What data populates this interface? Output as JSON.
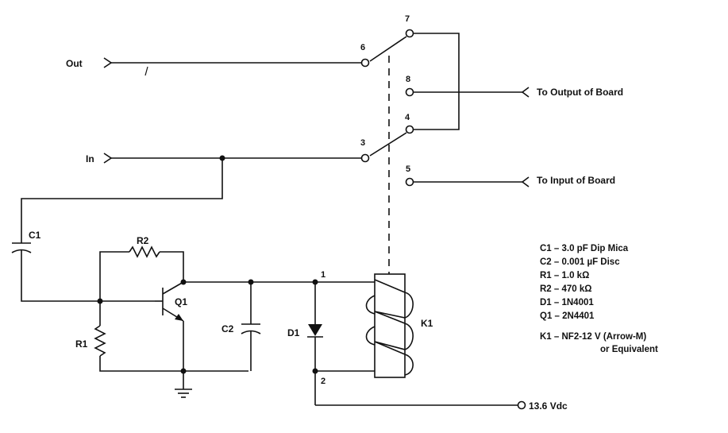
{
  "labels": {
    "out": "Out",
    "in": "In",
    "to_output": "To Output of Board",
    "to_input": "To Input of Board",
    "supply": "13.6 Vdc"
  },
  "components": {
    "c1": "C1",
    "c2": "C2",
    "r1": "R1",
    "r2": "R2",
    "d1": "D1",
    "q1": "Q1",
    "k1": "K1"
  },
  "pins": {
    "p1": "1",
    "p2": "2",
    "p3": "3",
    "p4": "4",
    "p5": "5",
    "p6": "6",
    "p7": "7",
    "p8": "8"
  },
  "legend": [
    "C1 – 3.0 pF Dip Mica",
    "C2 – 0.001 µF Disc",
    "R1 – 1.0 kΩ",
    "R2 – 470 kΩ",
    "D1 – 1N4001",
    "Q1 – 2N4401",
    "K1 – NF2-12 V (Arrow-M)",
    "or Equivalent"
  ]
}
